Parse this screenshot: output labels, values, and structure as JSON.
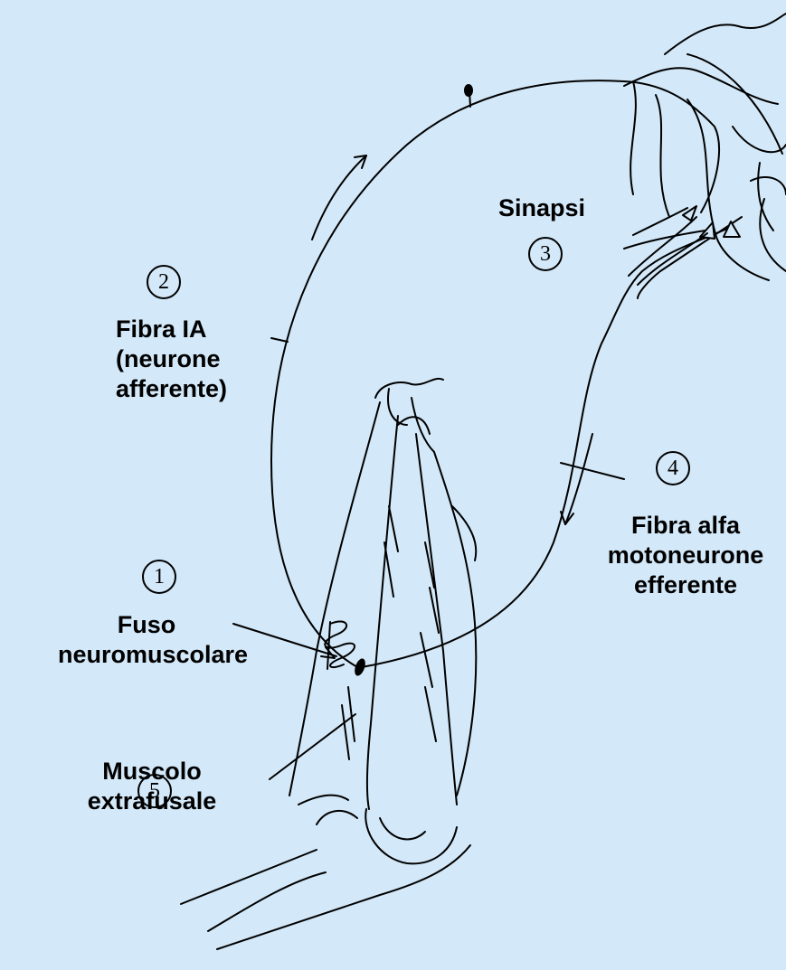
{
  "colors": {
    "background": "#d3e8f8",
    "line": "#000000"
  },
  "labels": {
    "sinapsi": "Sinapsi",
    "fibra_ia": [
      "Fibra IA",
      "(neurone",
      "afferente)"
    ],
    "fibra_alfa": [
      "Fibra alfa",
      "motoneurone",
      "efferente"
    ],
    "fuso": [
      "Fuso",
      "neuromuscolare"
    ],
    "muscolo": [
      "Muscolo",
      "extrafusale"
    ]
  },
  "numbers": {
    "n1": "1",
    "n2": "2",
    "n3": "3",
    "n4": "4",
    "n5": "5"
  }
}
